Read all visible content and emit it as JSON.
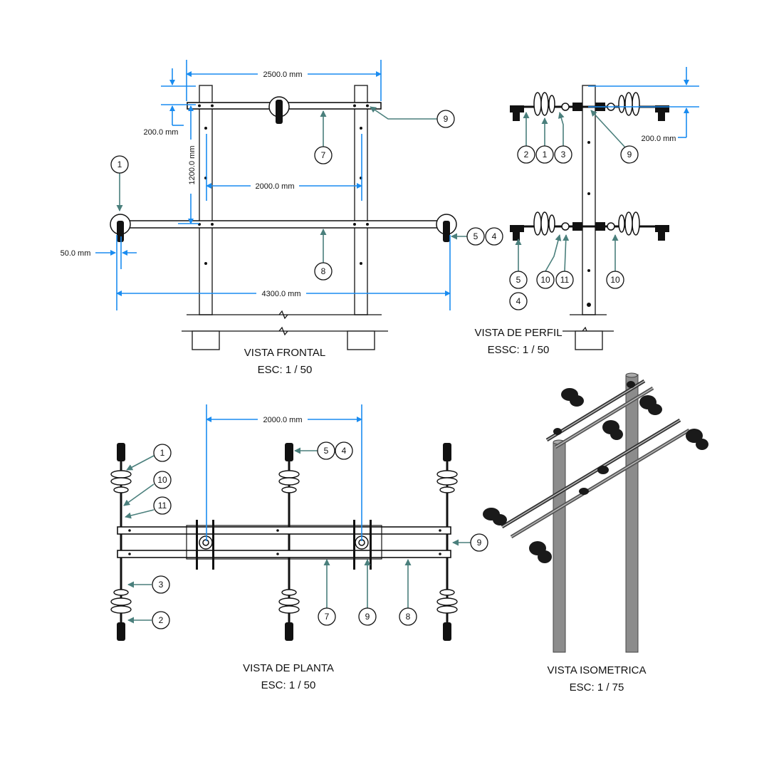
{
  "views": {
    "frontal": {
      "title": "VISTA FRONTAL",
      "scale": "ESC: 1 / 50"
    },
    "perfil": {
      "title": "VISTA DE PERFIL",
      "scale": "ESSC: 1 / 50"
    },
    "planta": {
      "title": "VISTA DE PLANTA",
      "scale": "ESC: 1 / 50"
    },
    "isometrica": {
      "title": "VISTA ISOMETRICA",
      "scale": "ESC: 1 / 75"
    }
  },
  "dimensions": {
    "top_span": "2500.0 mm",
    "top_offset": "200.0 mm",
    "height": "1200.0 mm",
    "pole_spacing": "2000.0 mm",
    "bottom_span": "4300.0 mm",
    "edge_offset": "50.0 mm",
    "profile_offset": "200.0 mm",
    "plan_spacing": "2000.0 mm"
  },
  "callouts": {
    "frontal": [
      "1",
      "9",
      "7",
      "8",
      "5",
      "4"
    ],
    "perfil_top": [
      "2",
      "1",
      "3",
      "9"
    ],
    "perfil_bottom": [
      "5",
      "4",
      "10",
      "11",
      "10"
    ],
    "planta": [
      "1",
      "10",
      "11",
      "3",
      "2",
      "5",
      "4",
      "9",
      "7",
      "9",
      "8"
    ]
  },
  "colors": {
    "dimension": "#1a8cf0",
    "leader": "#4a7f7c",
    "ink": "#111111",
    "pole_iso": "#8c8c8c"
  }
}
